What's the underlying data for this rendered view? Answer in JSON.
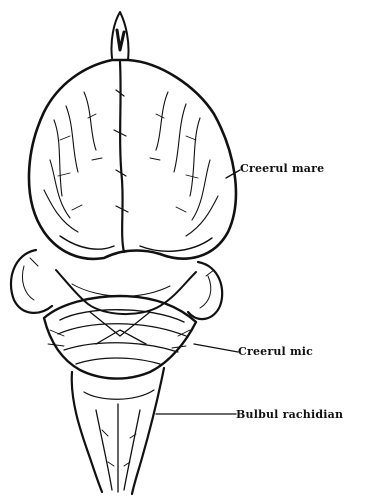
{
  "labels": {
    "cerebrum": "Creerul mare",
    "cerebellum": "Creerul mic",
    "medulla": "Bulbul rachidian"
  },
  "colors": {
    "ink": "#111111",
    "paper": "#ffffff"
  }
}
